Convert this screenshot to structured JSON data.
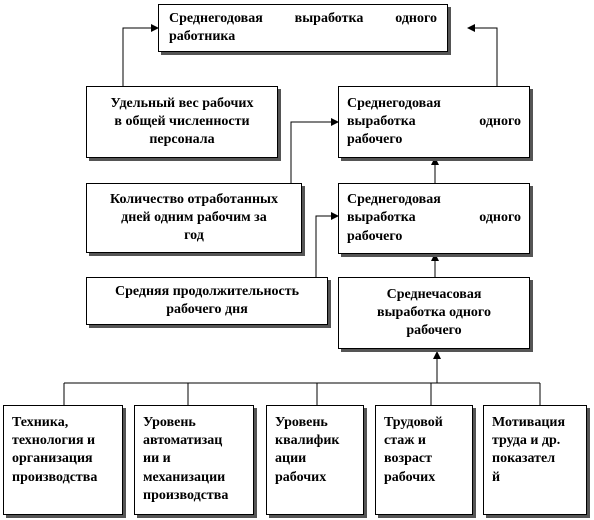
{
  "nodes": {
    "annual_output_worker": [
      "Среднегодовая   выработка   одного",
      "работника"
    ],
    "share_of_workers": [
      "Удельный  вес рабочих",
      "в общей численности",
      "персонала"
    ],
    "annual_output_1": [
      "Среднегодовая",
      "выработка        одного",
      "рабочего"
    ],
    "days_worked": [
      "Количество отработанных",
      "дней одним рабочим за",
      "год"
    ],
    "annual_output_2": [
      "Среднегодовая",
      "выработка        одного",
      "рабочего"
    ],
    "workday_length": [
      "Средняя продолжительность",
      "рабочего дня"
    ],
    "hourly_output": [
      "Среднечасовая",
      "выработка одного",
      "рабочего"
    ],
    "factor_technology": [
      "Техника,",
      "технология  и",
      "организация",
      "производства"
    ],
    "factor_automation": [
      "Уровень",
      "автоматизац",
      "ии   и",
      "механизации",
      "производства"
    ],
    "factor_qualification": [
      "Уровень",
      "квалифик",
      "ации",
      "рабочих"
    ],
    "factor_experience": [
      "Трудовой",
      "стаж и",
      "возраст",
      "рабочих"
    ],
    "factor_motivation": [
      "Мотивация",
      "труда  и др.",
      "показател",
      "й"
    ]
  }
}
